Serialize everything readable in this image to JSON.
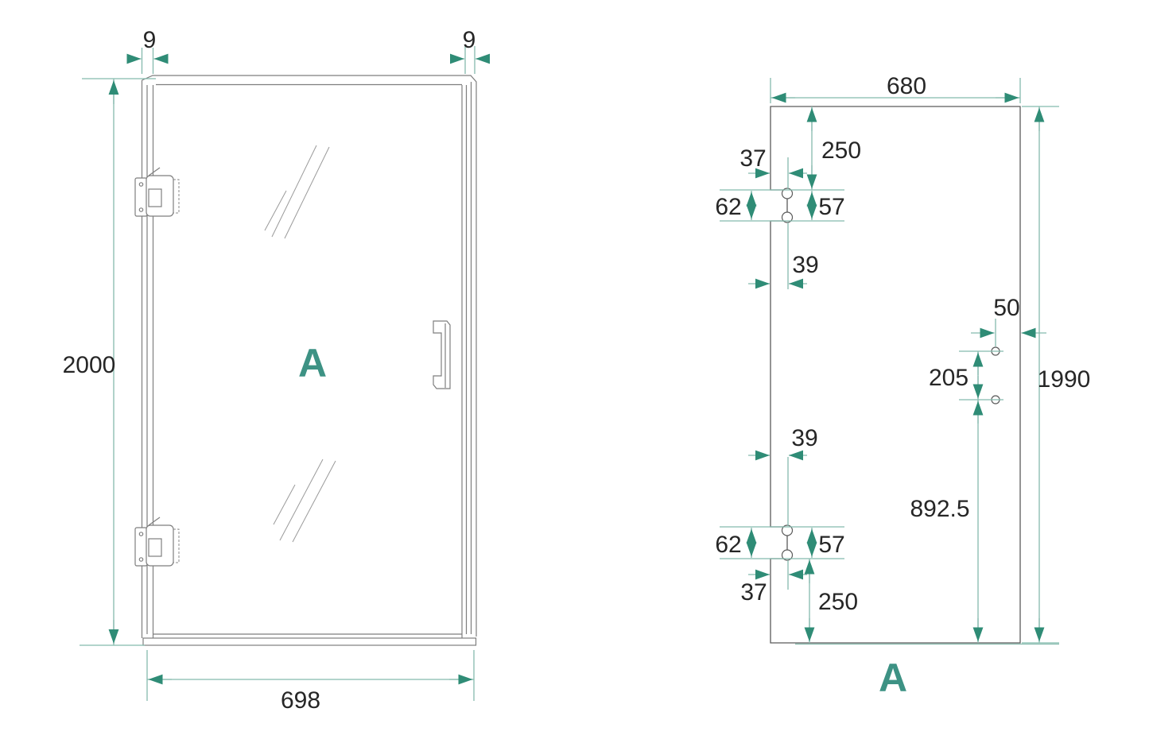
{
  "drawing_title": "frameless shower door technical drawing",
  "colors": {
    "dim_line": "#85BAAD",
    "arrow": "#2F8C76",
    "view_label": "#3D9284",
    "dim_text": "#262626",
    "door_line": "#7E7E7E",
    "panel_line": "#5A5A5A",
    "glass_line": "#9A9A9A",
    "background": "#FFFFFF"
  },
  "left_view": {
    "label": "A",
    "dim_top_left": "9",
    "dim_top_right": "9",
    "dim_height": "2000",
    "dim_width": "698"
  },
  "right_view": {
    "label": "A",
    "dim_width": "680",
    "dim_hinge_top_from_top": "250",
    "dim_hinge_top_offset": "37",
    "dim_hinge_top_left_height": "62",
    "dim_hinge_top_right_height": "57",
    "dim_hinge_top_depth": "39",
    "dim_handle_from_edge": "50",
    "dim_handle_hole_spacing": "205",
    "dim_height": "1990",
    "dim_hinge_bottom_depth": "39",
    "dim_handle_from_bottom": "892.5",
    "dim_hinge_bottom_left_height": "62",
    "dim_hinge_bottom_right_height": "57",
    "dim_hinge_bottom_offset": "37",
    "dim_hinge_bottom_from_bottom": "250"
  }
}
